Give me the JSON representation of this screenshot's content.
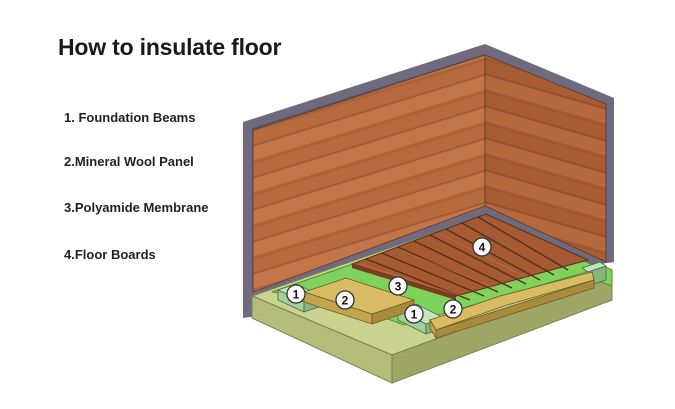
{
  "title": "How to insulate floor",
  "legend": [
    "1. Foundation Beams",
    "2.Mineral Wool Panel",
    "3.Polyamide Membrane",
    "4.Floor Boards"
  ],
  "markers": {
    "beam_left": "1",
    "wool_left": "2",
    "membrane": "3",
    "boards": "4",
    "beam_right": "1",
    "wool_right": "2"
  },
  "colors": {
    "wall_frame": "#6f6a7e",
    "wood": "#b8673a",
    "base": "#c9d28e",
    "membrane": "#7ed35a",
    "wool": "#d3b55c",
    "beam": "#a3cf9a",
    "floorboard": "#9a5230"
  }
}
